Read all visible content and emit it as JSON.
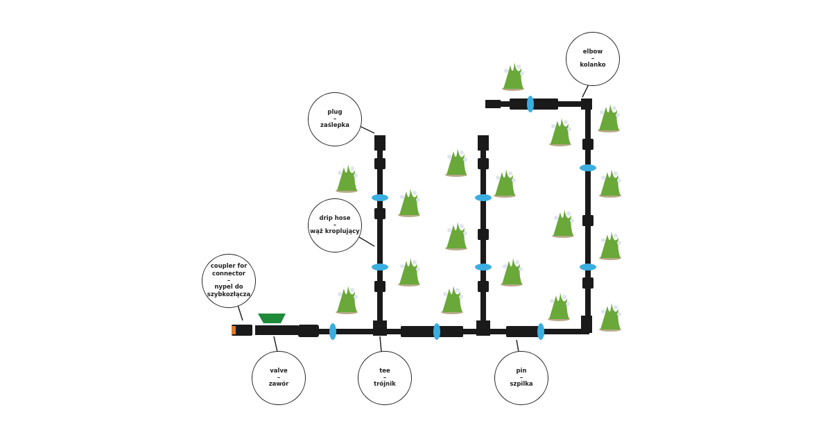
{
  "colors": {
    "pipe": "#1a1a1a",
    "valve": "#1f8a3a",
    "water": "#3aaee0",
    "leaf": "#6aa83a",
    "line": "#222222"
  },
  "labels": [
    {
      "id": "coupler",
      "en": "coupler for connector",
      "sep": "–",
      "pl": "nypel do szybkozłącza"
    },
    {
      "id": "valve",
      "en": "valve",
      "sep": "–",
      "pl": "zawór"
    },
    {
      "id": "plug",
      "en": "plug",
      "sep": "–",
      "pl": "zaślepka"
    },
    {
      "id": "drip-hose",
      "en": "drip hose",
      "sep": "–",
      "pl": "wąż kroplujący"
    },
    {
      "id": "tee",
      "en": "tee",
      "sep": "–",
      "pl": "trójnik"
    },
    {
      "id": "pin",
      "en": "pin",
      "sep": "–",
      "pl": "szpilka"
    },
    {
      "id": "elbow",
      "en": "elbow",
      "sep": "–",
      "pl": "kolanko"
    }
  ]
}
